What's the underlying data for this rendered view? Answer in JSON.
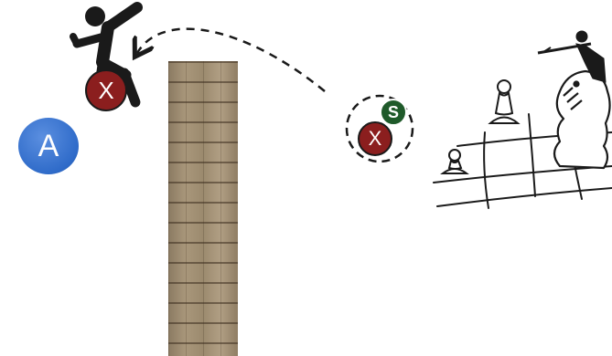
{
  "labels": {
    "agent_a": "A",
    "opponent_marker": "X",
    "piece_marker": "X",
    "piece_badge": "S"
  },
  "colors": {
    "agent_a": "#2f6bc9",
    "opponent_marker": "#8b1e1e",
    "piece_badge": "#1f5a2a",
    "ink": "#1a1a1a"
  },
  "icons": [
    "stick-figure-icon",
    "wall-icon",
    "chess-board-icon",
    "pawn-icon",
    "knight-icon",
    "rider-icon"
  ]
}
